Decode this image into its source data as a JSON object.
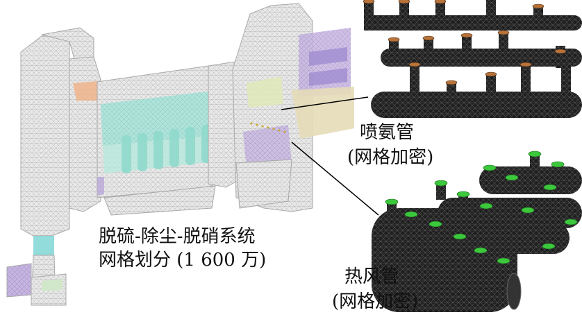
{
  "labels": {
    "system_line1": "脱硫-除尘-脱硝系统",
    "system_line2": "网格划分 (1 600 万)",
    "ammonia_title": "喷氨管",
    "ammonia_sub": "(网格加密)",
    "heat_title": "热风管",
    "heat_sub": "(网格加密)"
  },
  "colors": {
    "mesh_gray": "#c8c8c8",
    "pipe_dark": "#222222",
    "ammonia_cap": "#b8733a",
    "heat_cap": "#3cc83c",
    "bag_cyan": "#9fe0d8",
    "duct_purple": "#b9a6d8",
    "tower_cyan": "#7fd6d6",
    "outlet_tan": "#e6dcb8",
    "inlet_orange": "#f0b48c"
  }
}
